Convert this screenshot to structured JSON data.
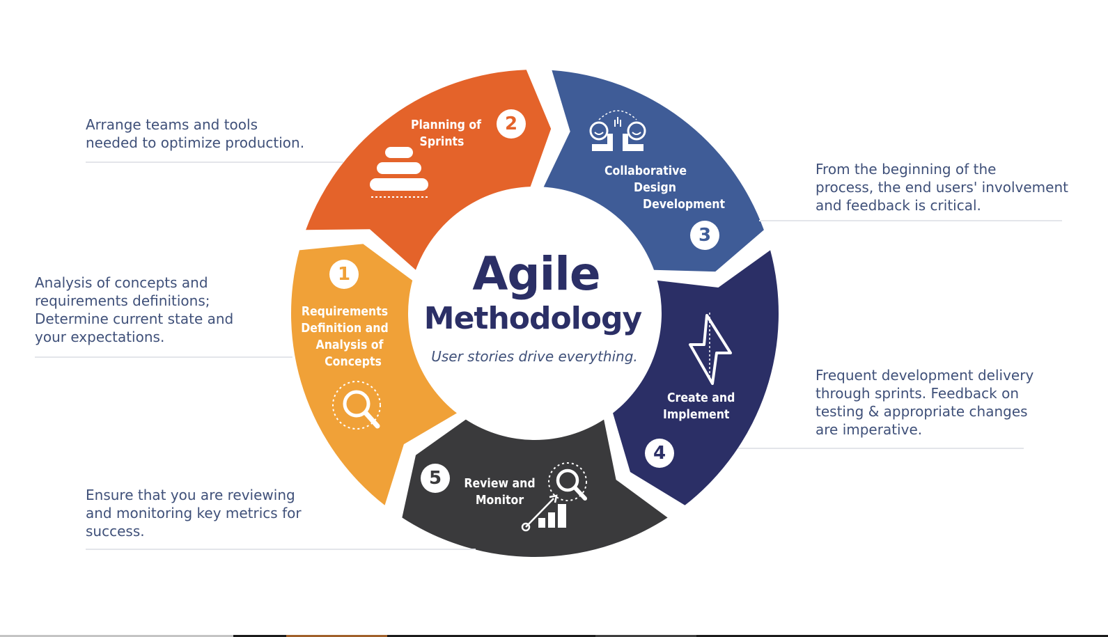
{
  "center": {
    "title": "Agile",
    "subtitle": "Methodology",
    "tagline": "User stories drive everything."
  },
  "steps": [
    {
      "number": "1",
      "label_lines": [
        "Requirements",
        "Definition and",
        "Analysis of",
        "Concepts"
      ],
      "color": "#F0A138",
      "icon": "magnifier-icon",
      "description_lines": [
        "Analysis of concepts and",
        "requirements definitions;",
        "Determine current state and",
        "your expectations."
      ]
    },
    {
      "number": "2",
      "label_lines": [
        "Planning of",
        "Sprints"
      ],
      "color": "#E4632A",
      "icon": "stacked-layers-icon",
      "description_lines": [
        "Arrange teams and tools",
        "needed to optimize production."
      ]
    },
    {
      "number": "3",
      "label_lines": [
        "Collaborative",
        "Design",
        "Development"
      ],
      "color": "#3F5C97",
      "icon": "high-five-icon",
      "description_lines": [
        "From the beginning of the",
        "process, the end users' involvement",
        "and feedback is critical."
      ]
    },
    {
      "number": "4",
      "label_lines": [
        "Create and",
        "Implement"
      ],
      "color": "#2B2F66",
      "icon": "lightning-icon",
      "description_lines": [
        "Frequent development delivery",
        "through sprints. Feedback on",
        "testing & appropriate changes",
        "are imperative."
      ]
    },
    {
      "number": "5",
      "label_lines": [
        "Review and",
        "Monitor"
      ],
      "color": "#3A3A3C",
      "icon": "growth-chart-icon",
      "description_lines": [
        "Ensure that you are reviewing",
        "and monitoring key metrics for",
        "success."
      ]
    }
  ]
}
